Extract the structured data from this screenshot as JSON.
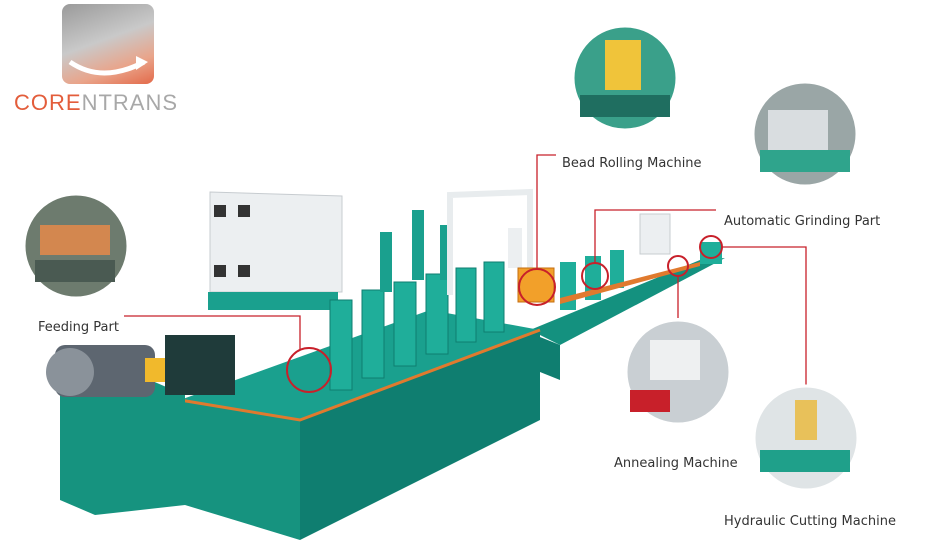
{
  "logo": {
    "part1": "CORE",
    "part2": "NTRANS"
  },
  "labels": {
    "bead_rolling": "Bead Rolling Machine",
    "automatic_grinding": "Automatic Grinding Part",
    "feeding": "Feeding Part",
    "annealing": "Annealing Machine",
    "hydraulic_cutting": "Hydraulic Cutting Machine"
  },
  "colors": {
    "machine_green": "#1aa08e",
    "machine_dark": "#0f7e70",
    "accent_orange": "#e07a2e",
    "callout_red": "#c8202a",
    "brand_orange": "#e35d3b",
    "brand_gray": "#a8a8a8"
  }
}
